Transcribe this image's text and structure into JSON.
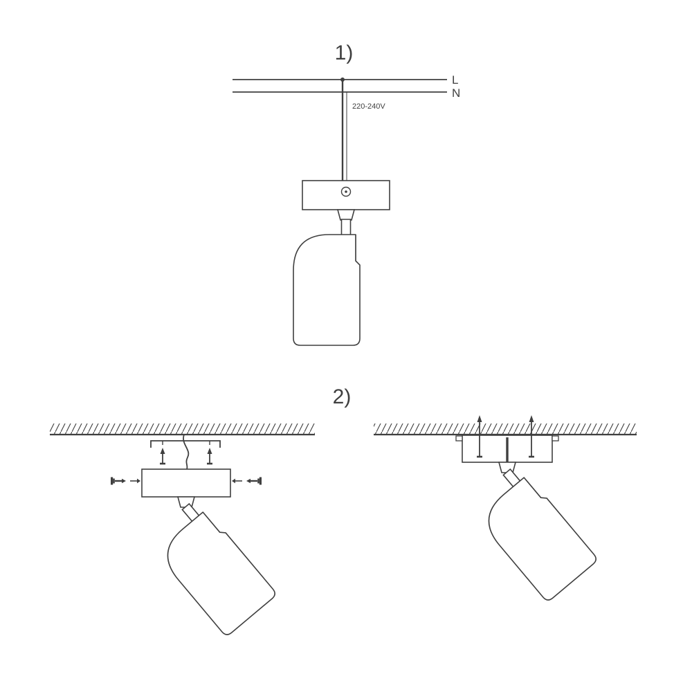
{
  "diagram": {
    "background": "#ffffff",
    "line_color": "#3f3f3f",
    "steps": {
      "step1": {
        "label": "1)",
        "wire_live": "L",
        "wire_neutral": "N",
        "voltage": "220-240V"
      },
      "step2": {
        "label": "2)"
      }
    }
  }
}
